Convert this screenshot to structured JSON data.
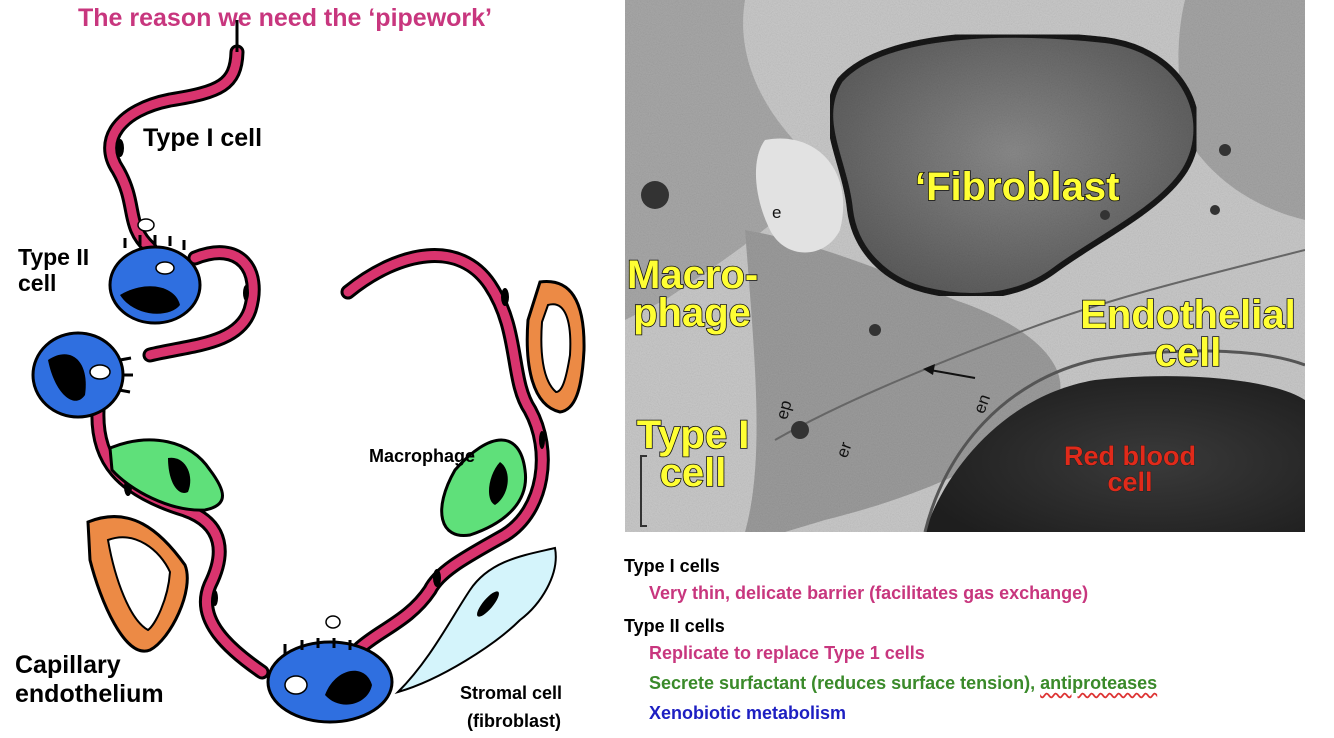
{
  "title": "The reason we need the ‘pipework’",
  "diagram_labels": {
    "type1_cell": "Type I cell",
    "type2_cell": "Type II cell",
    "macrophage": "Macrophage",
    "capillary_endothelium": "Capillary endothelium",
    "stromal_cell": "Stromal cell",
    "stromal_cell_sub": "(fibroblast)"
  },
  "micrograph_labels": {
    "fibroblast": "‘Fibroblast",
    "macrophage": "Macro-phage",
    "endothelial_cell": "Endothelial cell",
    "type1_cell": "Type I cell",
    "red_blood_cell": "Red blood cell",
    "small_e": "e",
    "small_ep": "ep",
    "small_er": "er",
    "small_en": "en"
  },
  "notes": {
    "type1_heading": "Type I cells",
    "type1_line": "Very thin, delicate barrier (facilitates gas exchange)",
    "type2_heading": "Type II cells",
    "type2_line1": "Replicate to replace Type 1 cells",
    "type2_line2_main": "Secrete  surfactant  (reduces surface tension), ",
    "type2_line2_underlined": "antiproteases",
    "type2_line3": "Xenobiotic metabolism"
  },
  "colors": {
    "title": "#c8367e",
    "type1_cell": "#d9346e",
    "type2_cell": "#2f6fe0",
    "macrophage": "#5fe07a",
    "capillary": "#ec8a45",
    "stromal": "#d4f4fb",
    "note_pink": "#c8367e",
    "note_green": "#3a8a2a",
    "note_blue": "#1d1fc2",
    "label_yellow": "#ffff33",
    "label_red": "#e02a1a"
  }
}
